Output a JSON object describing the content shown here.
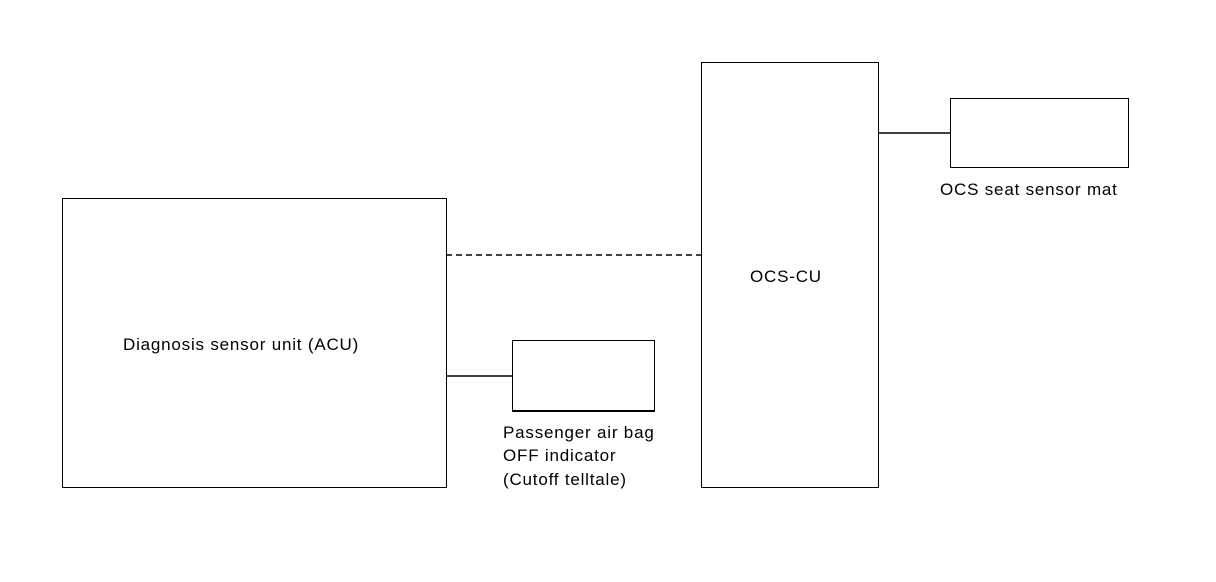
{
  "diagram": {
    "acu": {
      "label": "Diagnosis sensor unit (ACU)"
    },
    "ocs_cu": {
      "label": "OCS-CU"
    },
    "seat_sensor_mat": {
      "label": "OCS seat sensor mat"
    },
    "indicator": {
      "lines": [
        "Passenger air bag",
        "OFF indicator",
        "(Cutoff telltale)"
      ]
    },
    "connections": [
      {
        "from": "acu",
        "to": "ocs_cu",
        "style": "dashed"
      },
      {
        "from": "acu",
        "to": "indicator",
        "style": "solid"
      },
      {
        "from": "ocs_cu",
        "to": "seat_sensor_mat",
        "style": "solid"
      }
    ]
  }
}
